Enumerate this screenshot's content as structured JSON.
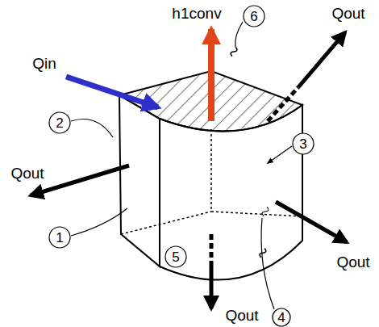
{
  "diagram": {
    "labels": [
      "h1conv",
      "Qout",
      "6",
      "Qin",
      "2",
      "3",
      "Qout",
      "1",
      "5",
      "4",
      "Qout",
      "Qout"
    ]
  }
}
